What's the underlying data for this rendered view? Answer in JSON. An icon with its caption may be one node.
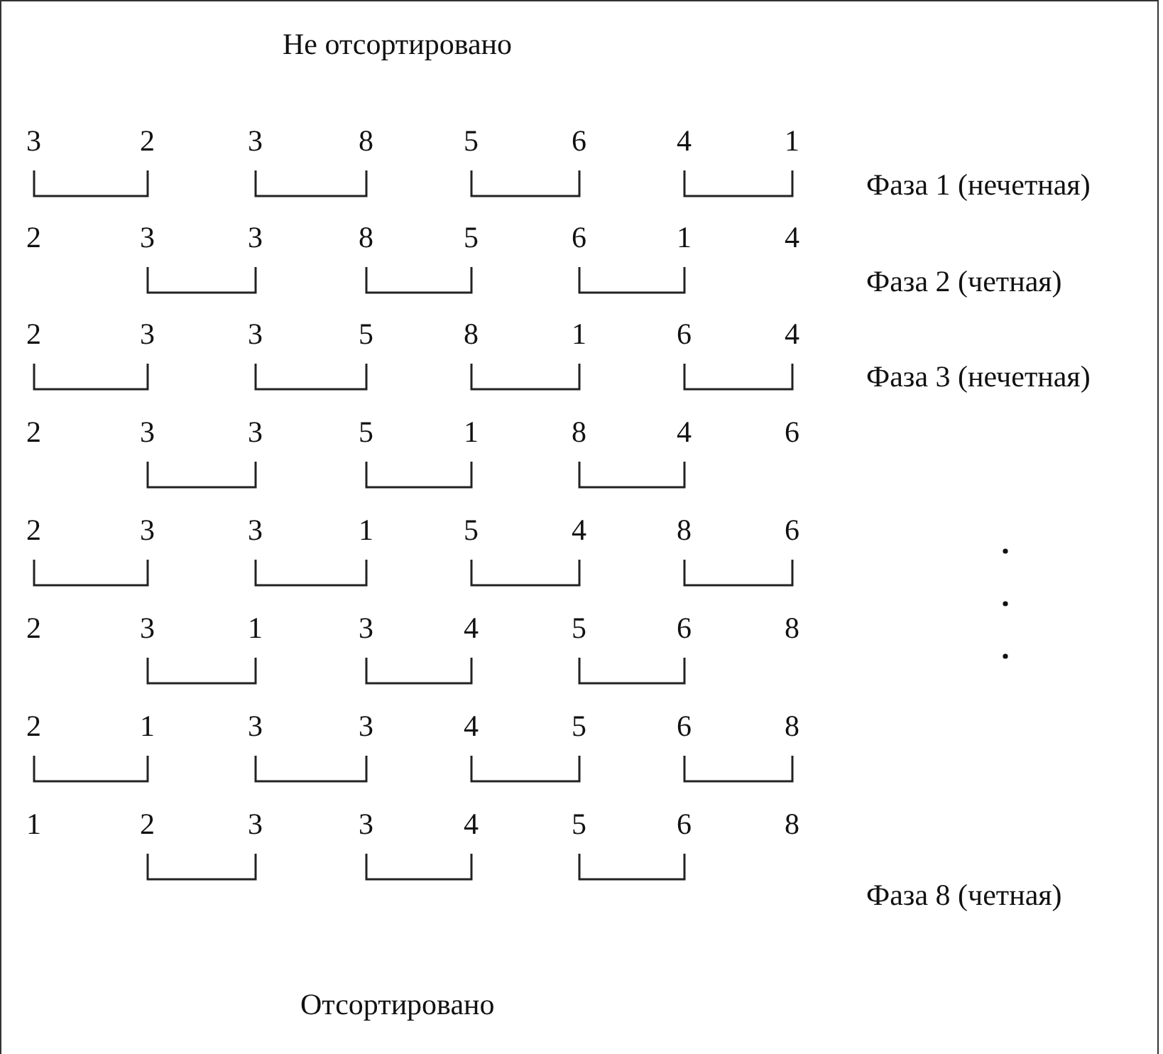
{
  "diagram": {
    "title": "Не отсортировано",
    "caption": "Отсортировано",
    "labels": [
      "3",
      "2",
      "3",
      "8",
      "5",
      "6",
      "4",
      "1",
      "Фаза 1 (нечетная)",
      "2",
      "3",
      "3",
      "8",
      "5",
      "6",
      "1",
      "4",
      "Фаза 2 (четная)",
      "2",
      "3",
      "3",
      "5",
      "8",
      "1",
      "6",
      "4",
      "Фаза 3 (нечетная)",
      "2",
      "3",
      "3",
      "5",
      "1",
      "8",
      "4",
      "6",
      "2",
      "3",
      "3",
      "1",
      "5",
      "4",
      "8",
      "6",
      "2",
      "3",
      "1",
      "3",
      "4",
      "5",
      "6",
      "8",
      "2",
      "1",
      "3",
      "3",
      "4",
      "5",
      "6",
      "8",
      "1",
      "2",
      "3",
      "3",
      "4",
      "5",
      "6",
      "8",
      "Фаза 8 (четная)"
    ]
  }
}
